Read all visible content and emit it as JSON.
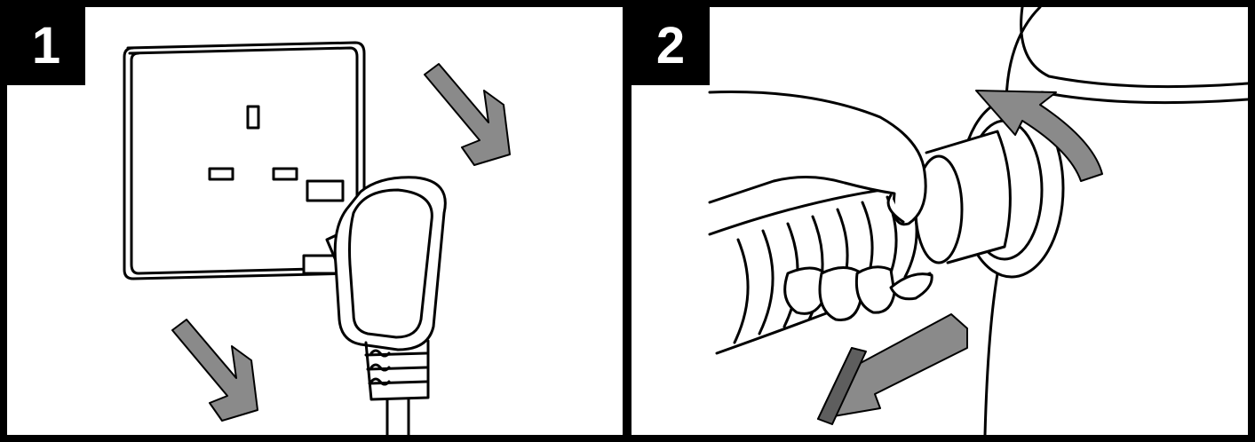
{
  "steps": [
    {
      "number": "1",
      "illustration": "unplug-from-wall-socket"
    },
    {
      "number": "2",
      "illustration": "detach-hose-from-vacuum"
    }
  ],
  "colors": {
    "line": "#000000",
    "arrow_fill": "#8a8a8a",
    "background": "#ffffff"
  }
}
